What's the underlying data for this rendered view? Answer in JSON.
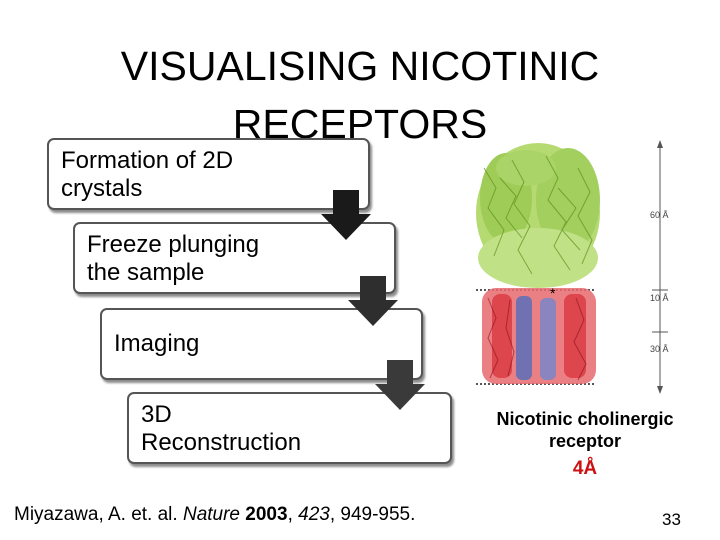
{
  "title_line1": "VISUALISING NICOTINIC",
  "title_line2": "RECEPTORS",
  "steps": [
    {
      "line1": "Formation of 2D",
      "line2": "crystals"
    },
    {
      "line1": "Freeze plunging",
      "line2": "the sample"
    },
    {
      "line1": "Imaging",
      "line2": ""
    },
    {
      "line1": "3D",
      "line2": "Reconstruction"
    }
  ],
  "figure": {
    "dim_top": "60 Å",
    "dim_mid": "10 Å",
    "dim_bottom": "30 Å",
    "star": "*",
    "colors": {
      "upper": "#8fc43a",
      "lower": "#d8262e",
      "core": "#5b6fb8"
    }
  },
  "caption_line1": "Nicotinic cholinergic",
  "caption_line2": "receptor",
  "resolution": "4Å",
  "citation": {
    "authors": "Miyazawa, A. et. al. ",
    "journal": "Nature",
    "year": "2003",
    "volume": "423",
    "pages": ", 949-955."
  },
  "page_number": "33",
  "arrow_color": "#2a2a2a"
}
